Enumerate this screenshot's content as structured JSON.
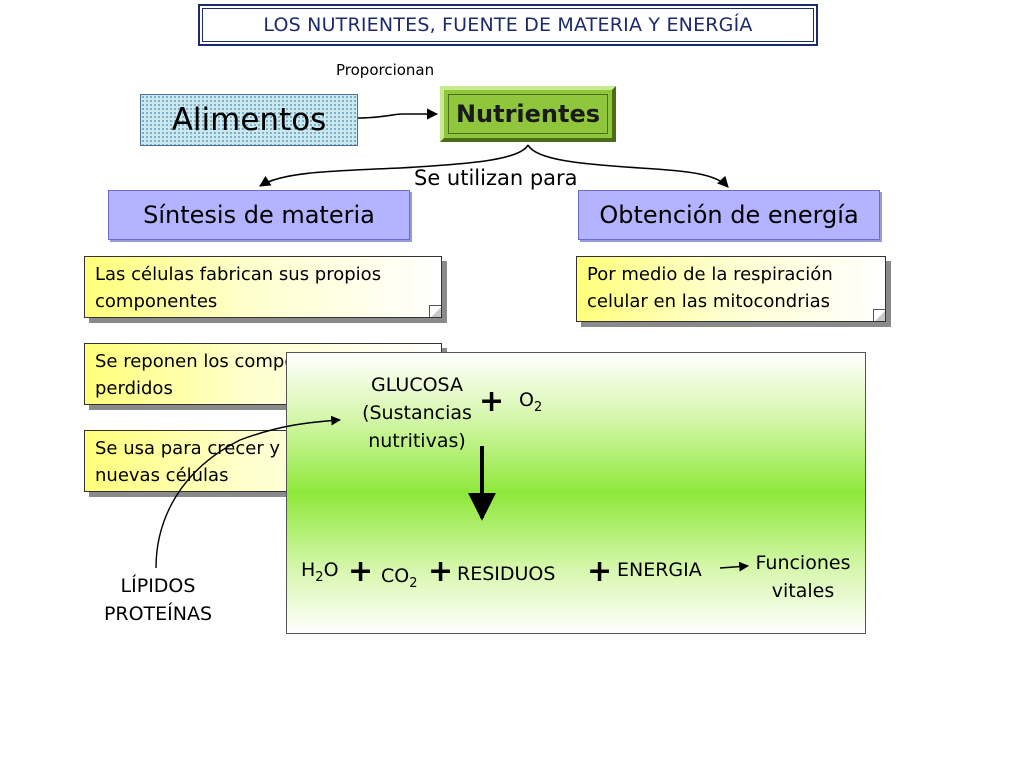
{
  "title": "LOS NUTRIENTES, FUENTE DE MATERIA Y ENERGÍA",
  "link_proporcionan": "Proporcionan",
  "alimentos": "Alimentos",
  "nutrientes": "Nutrientes",
  "link_se_utilizan": "Se utilizan para",
  "sintesis": "Síntesis de materia",
  "obtencion": "Obtención de energía",
  "notes": [
    {
      "line1": "Las células fabrican sus propios",
      "line2": "componentes"
    },
    {
      "line1": "Se reponen los componentes",
      "line2": "perdidos"
    },
    {
      "line1": "Se usa para crecer y formar",
      "line2": "nuevas células"
    },
    {
      "line1": "Por medio de la respiración",
      "line2": "celular en las mitocondrias"
    }
  ],
  "process": {
    "glucosa": [
      "GLUCOSA",
      "(Sustancias",
      "nutritivas)"
    ],
    "o2": {
      "base": "O",
      "sub": "2"
    },
    "h2o": {
      "pre": "H",
      "sub": "2",
      "post": "O"
    },
    "co2": {
      "base": "CO",
      "sub": "2"
    },
    "residuos": "RESIDUOS",
    "energia": "ENERGIA",
    "funciones": [
      "Funciones",
      "vitales"
    ],
    "plus": "+"
  },
  "lipidos": [
    "LÍPIDOS",
    "PROTEÍNAS"
  ],
  "colors": {
    "title_border": "#1c2a6e",
    "nutrientes_green": "#8fc63c",
    "category_blue": "#b3b3ff",
    "note_yellow": "#ffff7a",
    "panel_green": "#8ee83a"
  }
}
